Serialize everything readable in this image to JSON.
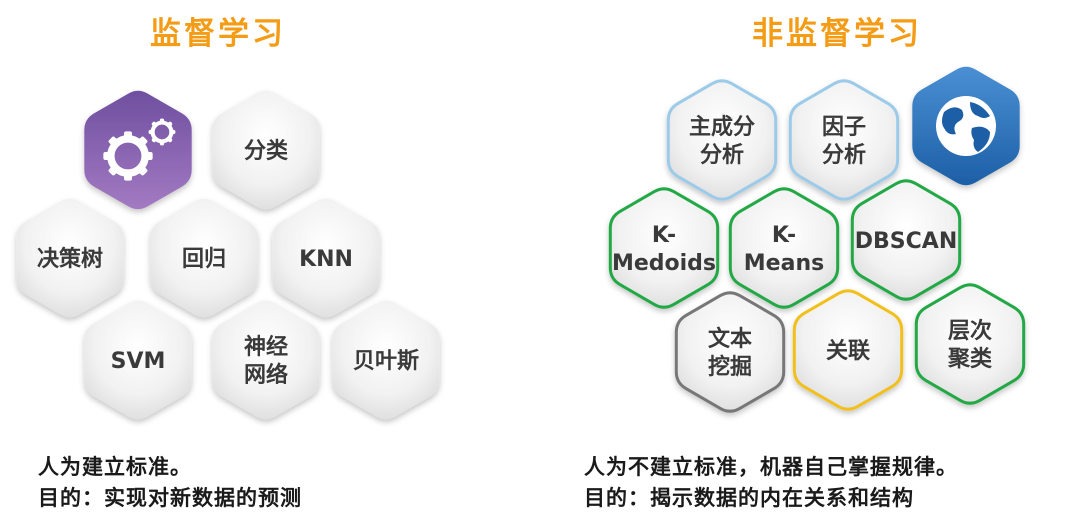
{
  "supervised": {
    "title": "监督学习",
    "hexes": [
      {
        "id": "gear",
        "icon": "gears-icon"
      },
      {
        "id": "classification",
        "lines": [
          "分类"
        ]
      },
      {
        "id": "decision-tree",
        "lines": [
          "决策树"
        ]
      },
      {
        "id": "regression",
        "lines": [
          "回归"
        ]
      },
      {
        "id": "knn",
        "lines": [
          "KNN"
        ]
      },
      {
        "id": "svm",
        "lines": [
          "SVM"
        ]
      },
      {
        "id": "neural-network",
        "lines": [
          "神经",
          "网络"
        ]
      },
      {
        "id": "naive-bayes",
        "lines": [
          "贝叶斯"
        ]
      }
    ],
    "desc_line1": "人为建立标准。",
    "desc_line2": "目的：实现对新数据的预测"
  },
  "unsupervised": {
    "title": "非监督学习",
    "hexes": [
      {
        "id": "pca",
        "lines": [
          "主成分",
          "分析"
        ],
        "border": "blue"
      },
      {
        "id": "factor-analysis",
        "lines": [
          "因子",
          "分析"
        ],
        "border": "blue"
      },
      {
        "id": "globe",
        "icon": "globe-icon"
      },
      {
        "id": "k-medoids",
        "lines": [
          "K-",
          "Medoids"
        ],
        "border": "green"
      },
      {
        "id": "k-means",
        "lines": [
          "K-",
          "Means"
        ],
        "border": "green"
      },
      {
        "id": "dbscan",
        "lines": [
          "DBSCAN"
        ],
        "border": "green"
      },
      {
        "id": "text-mining",
        "lines": [
          "文本",
          "挖掘"
        ],
        "border": "gray"
      },
      {
        "id": "association",
        "lines": [
          "关联"
        ],
        "border": "yellow"
      },
      {
        "id": "hierarchical-clustering",
        "lines": [
          "层次",
          "聚类"
        ],
        "border": "green"
      }
    ],
    "desc_line1": "人为不建立标准，机器自己掌握规律。",
    "desc_line2": "目的：揭示数据的内在关系和结构"
  },
  "colors": {
    "title": "#f49c15",
    "blue": "#9ccbe9",
    "green": "#22a845",
    "gray": "#777777",
    "yellow": "#f2c01c",
    "gear_top": "#6f4fa0",
    "gear_bottom": "#a37ac2",
    "globe_top": "#4a8fd3",
    "globe_bottom": "#1d5fa6"
  }
}
